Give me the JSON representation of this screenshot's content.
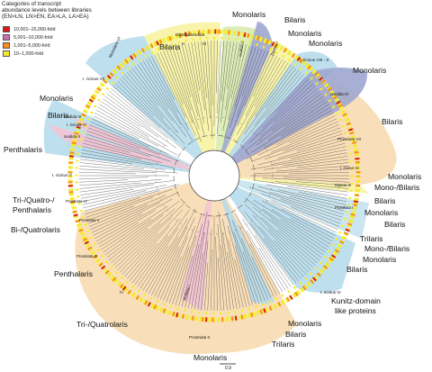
{
  "legend": {
    "title_line1": "Categories of transcript",
    "title_line2": "abundance levels between libraries",
    "title_line3": "(EN>LN, LN>EN, EA>LA, LA>EA)",
    "items": [
      {
        "label": "10,001–15,000-fold",
        "color": "#d7191c"
      },
      {
        "label": "5,001–10,000-fold",
        "color": "#c86fb0"
      },
      {
        "label": "1,001–5,000-fold",
        "color": "#f58d1f"
      },
      {
        "label": "10–1,000-fold",
        "color": "#f4ec2a"
      }
    ]
  },
  "labels": {
    "l1": "Monolaris",
    "l2": "Bilaris",
    "l3": "Monolaris",
    "l4": "Bilaris",
    "l5": "Monolaris",
    "l6": "Monolaris",
    "l7": "Monolaris",
    "l8": "Bilaris",
    "l9": "Bilaris",
    "l10": "Penthalaris",
    "l11": "Monolaris",
    "l12": "Mono-/Bilaris",
    "l13": "Bilaris",
    "l14": "Monolaris",
    "l15": "Bilaris",
    "l16": "Trilaris",
    "l17": "Mono-/Bilaris",
    "l18": "Monolaris",
    "l19": "Bilaris",
    "l20": "Tri-/Quatro-/",
    "l21": "Penthalaris",
    "l22": "Bi-/Quatrolaris",
    "l23": "Penthalaris",
    "l24": "Tri-/Quatrolaris",
    "l25": "Kunitz-domain",
    "l26": "like proteins",
    "l27": "Monolaris",
    "l28": "Bilaris",
    "l29": "Trilaris",
    "l30": "Monolaris"
  },
  "clades": {
    "c1": "Monolaris VI",
    "c2": "Diptera/Ixodida",
    "c3": "II",
    "c4": "III",
    "c5": "Ixodida II",
    "c6": "Diptera I",
    "c7": "I. ricinus VIII - X",
    "c8": "Ixodida III",
    "c9": "I. ricinus VII",
    "c10": "Ixodida III",
    "c11": "I. ricinus VI",
    "c12": "Ixodida II",
    "c13": "I. ricinus V",
    "c14": "Prostriata VII",
    "c15": "I. ricinus XI",
    "c16": "Diptera III",
    "c17": "Prostriata I",
    "c18": "I. ricinus IV",
    "c19": "Prostriata VI",
    "c20": "Prostriata V",
    "c21": "Prostriata III",
    "c22": "Ixodidae I",
    "c23": "Prostriata II",
    "c24": "IV"
  },
  "scale_label": "0.9",
  "colors": {
    "yellow": "#f7f3a3",
    "blue": "#a9d4e6",
    "peach": "#f8d9ad",
    "pink": "#f3c4d4",
    "slate": "#9fa6cf",
    "green": "#d9ebb0"
  }
}
